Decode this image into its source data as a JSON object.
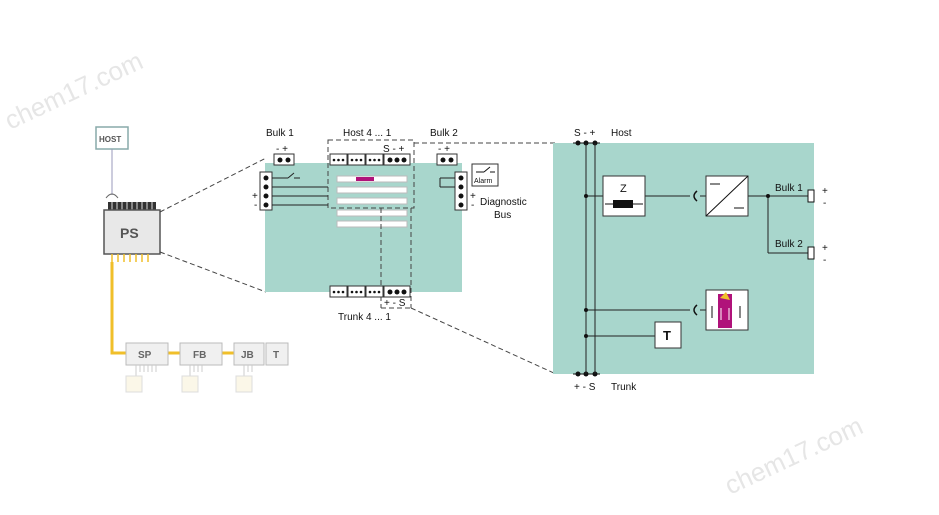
{
  "watermarks": [
    "chem17.com",
    "chem17.com"
  ],
  "system": {
    "host_label": "HOST",
    "ps_label": "PS",
    "devices": [
      "SP",
      "FB",
      "JB",
      "T"
    ]
  },
  "module": {
    "bulk1": "Bulk 1",
    "host": "Host 4 ... 1",
    "bulk2": "Bulk 2",
    "trunk": "Trunk 4 ... 1",
    "alarm": "Alarm",
    "diagnostic": "Diagnostic",
    "bus": "Bus",
    "pm": "- +",
    "pm_bulk2": "- +",
    "s_pm": "S - +",
    "pm_s": "+ - S",
    "plus": "+",
    "minus": "-",
    "diag_plus": "+",
    "diag_minus": "-"
  },
  "schematic": {
    "host_terms": "S  -  +",
    "host": "Host",
    "trunk_terms": "+  -  S",
    "trunk": "Trunk",
    "z": "Z",
    "t": "T",
    "bulk1": "Bulk 1",
    "bulk2": "Bulk 2",
    "b1_plus": "+",
    "b1_minus": "-",
    "b2_plus": "+",
    "b2_minus": "-"
  },
  "colors": {
    "teal": "#a8d6cc",
    "yellow": "#f0bf2a",
    "magenta": "#b0127a",
    "grey": "#808080"
  }
}
